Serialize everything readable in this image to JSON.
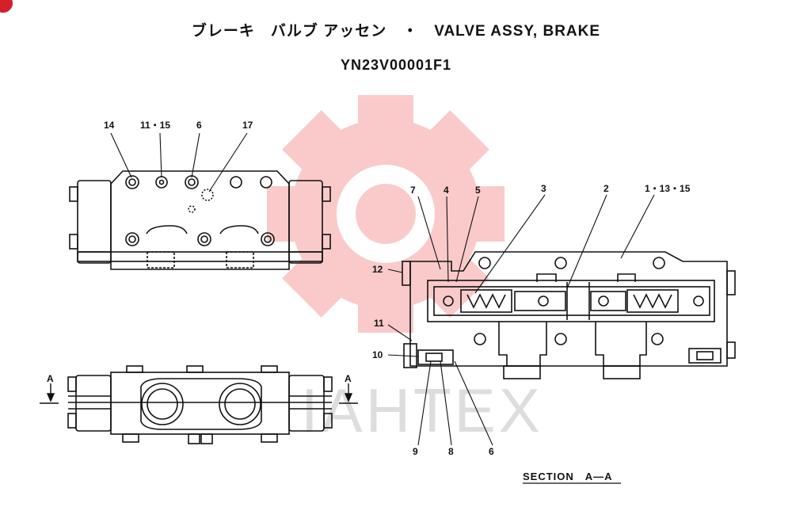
{
  "header": {
    "title": "ブレーキ　バルブ アッセン　・　VALVE ASSY, BRAKE",
    "part_code": "YN23V00001F1"
  },
  "watermark": {
    "text": "IAHTEX",
    "color": "#f26a6a"
  },
  "labels": {
    "top_view": [
      "14",
      "11・15",
      "6",
      "17"
    ],
    "section": [
      "7",
      "4",
      "5",
      "3",
      "2",
      "1・13・15",
      "12",
      "11",
      "10",
      "9",
      "8",
      "6"
    ],
    "section_marker": "A"
  },
  "section_caption": "SECTION　A—A",
  "colors": {
    "line": "#111111",
    "accent": "#d4202a"
  }
}
